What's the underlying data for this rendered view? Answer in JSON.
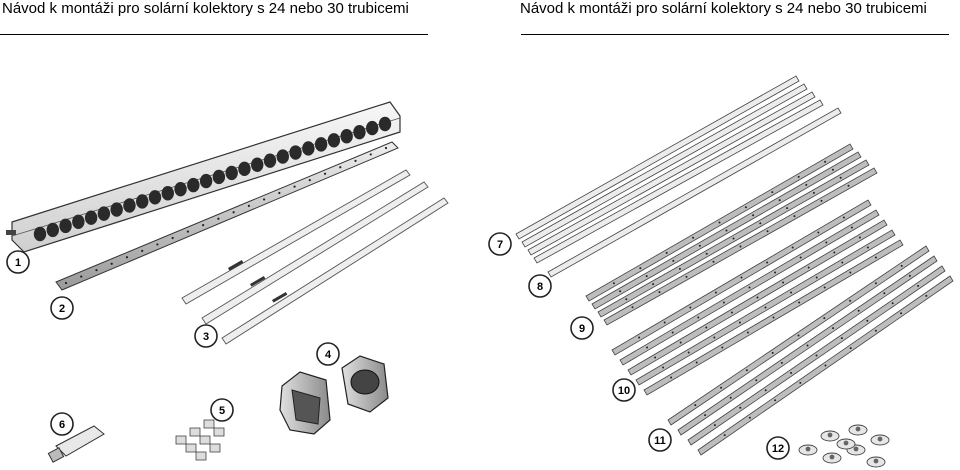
{
  "header": {
    "title_left": "Návod k montáži pro solární kolektory s 24 nebo 30 trubicemi",
    "title_right": "Návod k montáži pro solární kolektory s 24 nebo 30 trubicemi"
  },
  "parts": [
    {
      "number": "1"
    },
    {
      "number": "2"
    },
    {
      "number": "3"
    },
    {
      "number": "4"
    },
    {
      "number": "5"
    },
    {
      "number": "6"
    },
    {
      "number": "7"
    },
    {
      "number": "8"
    },
    {
      "number": "9"
    },
    {
      "number": "10"
    },
    {
      "number": "11"
    },
    {
      "number": "12"
    }
  ]
}
